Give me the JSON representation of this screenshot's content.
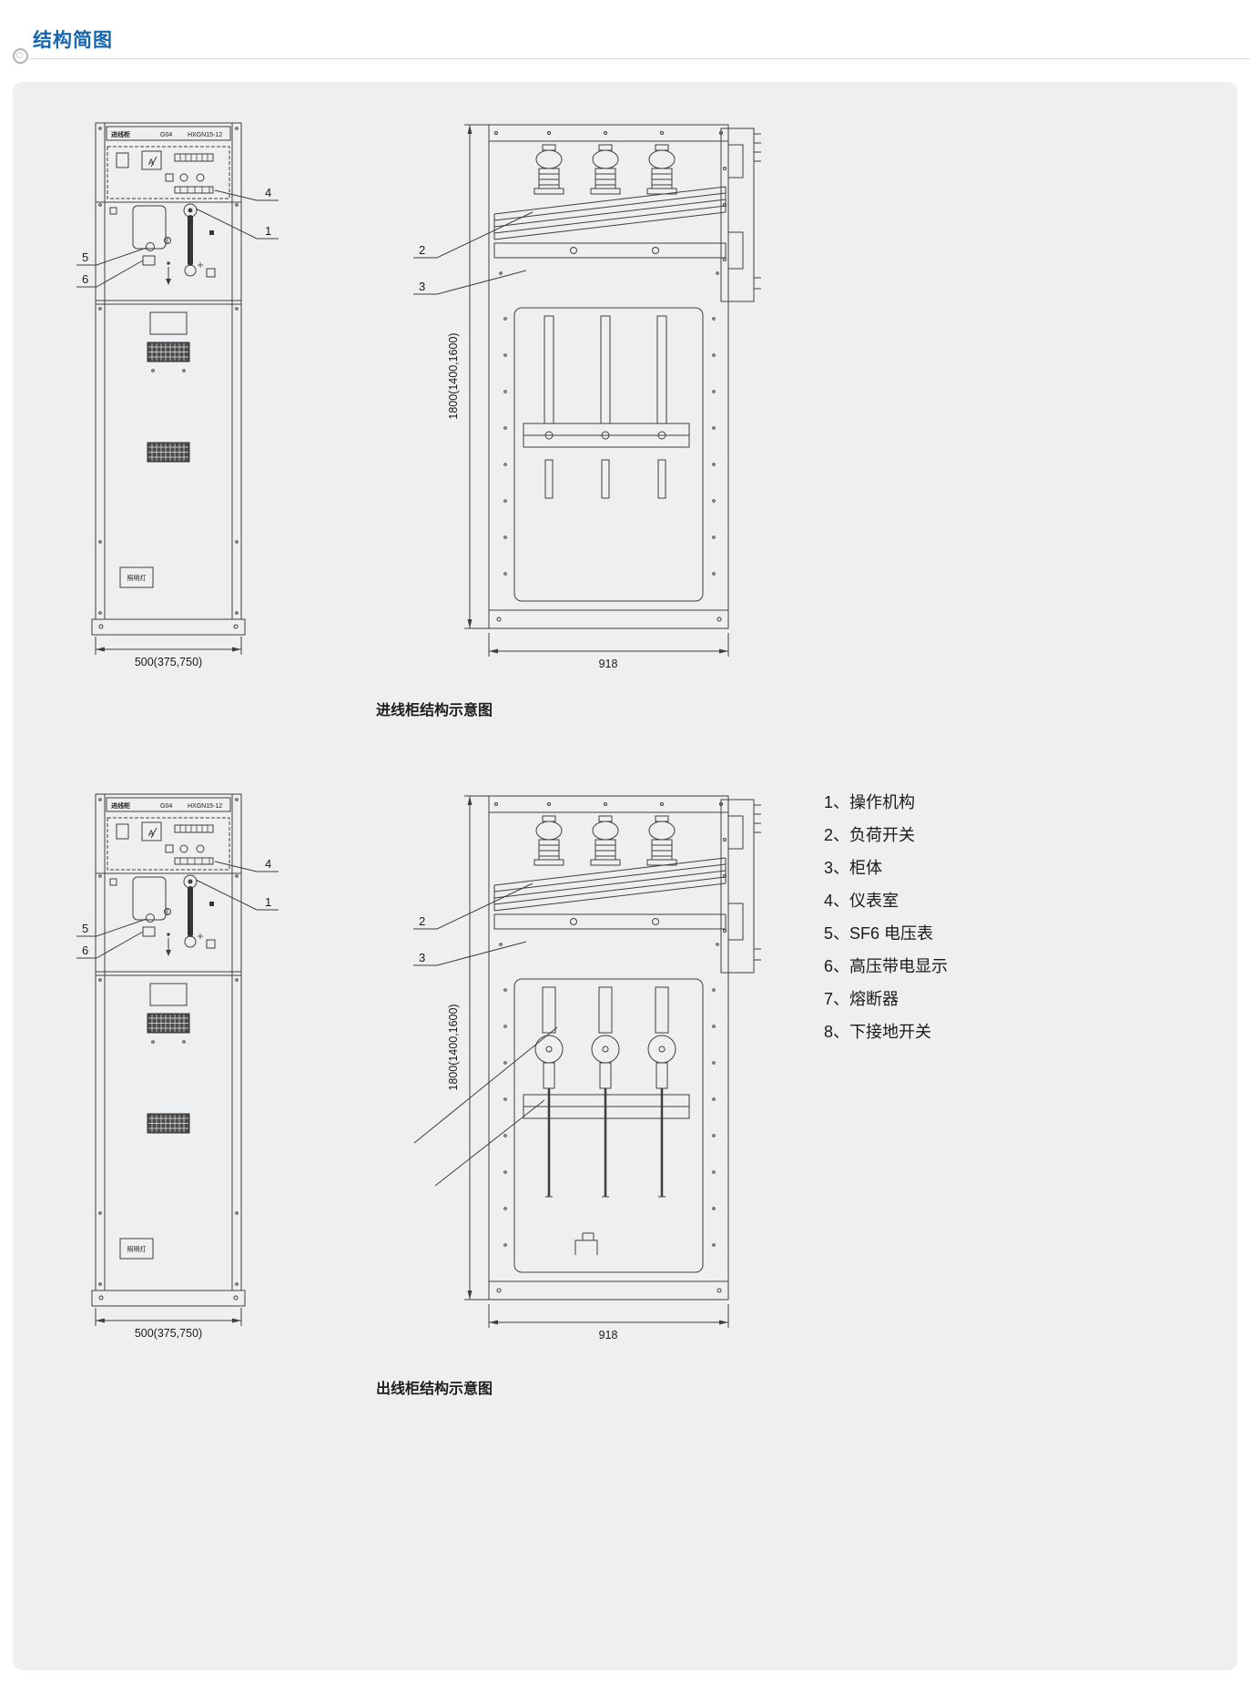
{
  "page": {
    "title": "结构简图"
  },
  "captions": {
    "top": "进线柜结构示意图",
    "bottom": "出线柜结构示意图"
  },
  "legend": {
    "items": [
      "1、操作机构",
      "2、负荷开关",
      "3、柜体",
      "4、仪表室",
      "5、SF6 电压表",
      "6、高压带电显示",
      "7、熔断器",
      "8、下接地开关"
    ]
  },
  "front_cabinet": {
    "header_left": "进线柜",
    "header_mid": "G04",
    "header_right": "HXGN15-12",
    "ammeter_label": "A",
    "lamp_label": "照明灯",
    "width_dim": "500(375,750)"
  },
  "side_cabinet": {
    "height_dim": "1800(1400,1600)",
    "width_dim": "918"
  },
  "callouts": {
    "c1": "1",
    "c2": "2",
    "c3": "3",
    "c4": "4",
    "c5": "5",
    "c6": "6"
  }
}
